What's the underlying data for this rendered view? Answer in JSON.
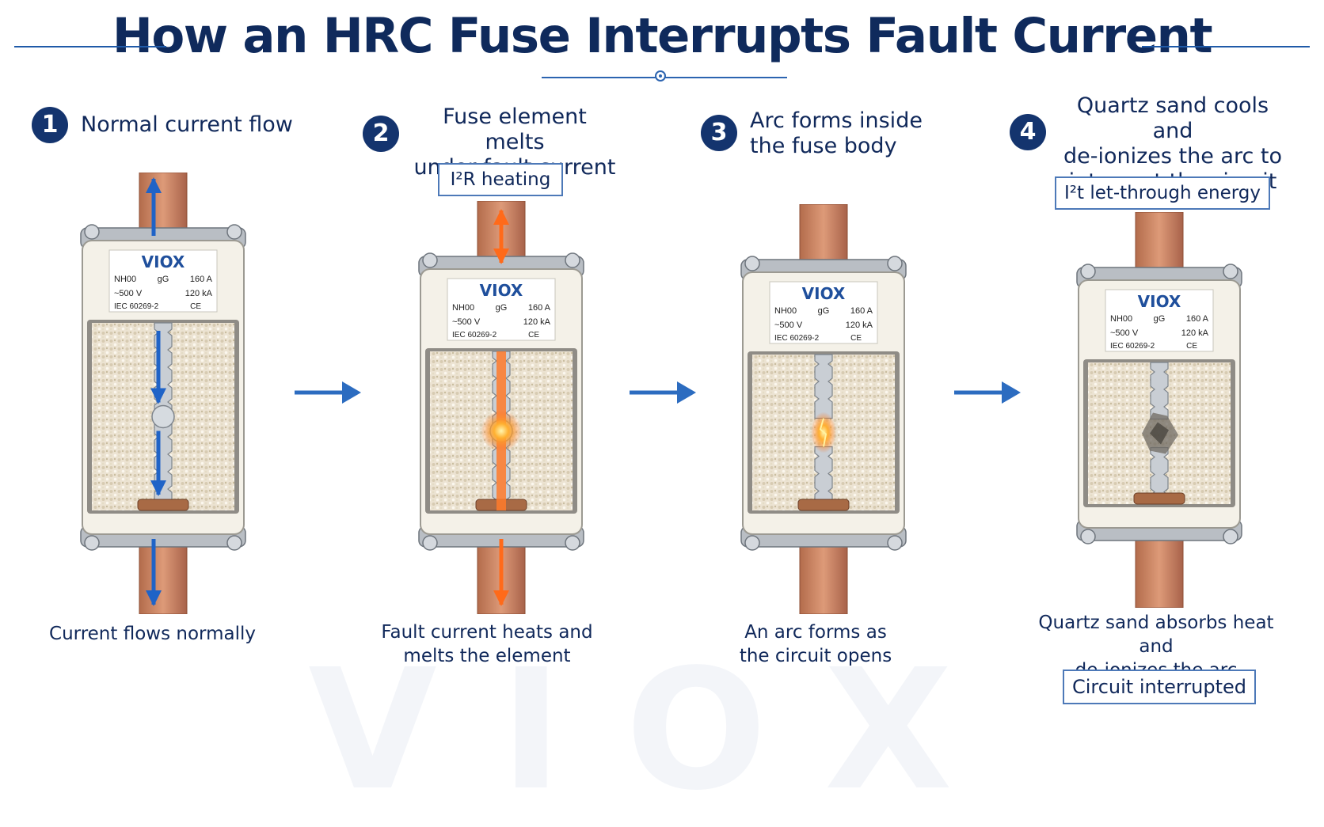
{
  "title": "How an HRC Fuse Interrupts Fault Current",
  "watermark": "VIOX",
  "colors": {
    "navy": "#14346e",
    "accent_blue": "#1f5aa8",
    "current_arrow": "#1f63c7",
    "fault_arrow": "#ff6a1a",
    "copper": "#c8825f",
    "sand": "#ece3d2",
    "body": "#f4f1e8"
  },
  "fuse_label": {
    "brand": "VIOX",
    "type": "NH00",
    "class": "gG",
    "rating": "160 A",
    "voltage": "~500 V",
    "breaking": "120 kA",
    "standard": "IEC 60269-2",
    "marks": "CE"
  },
  "steps": [
    {
      "number": "1",
      "title_lines": [
        "Normal current flow"
      ],
      "tag": "",
      "caption_lines": [
        "Current flows normally"
      ],
      "state": "normal"
    },
    {
      "number": "2",
      "title_lines": [
        "Fuse element melts",
        "under fault current"
      ],
      "tag": "I²R heating",
      "caption_lines": [
        "Fault current heats and",
        "melts the element"
      ],
      "state": "melting"
    },
    {
      "number": "3",
      "title_lines": [
        "Arc forms inside",
        "the fuse body"
      ],
      "tag": "",
      "caption_lines": [
        "An arc forms as",
        "the circuit opens"
      ],
      "state": "arc"
    },
    {
      "number": "4",
      "title_lines": [
        "Quartz sand cools and",
        "de-ionizes the arc to",
        "interrupt the circuit"
      ],
      "tag": "I²t let-through energy",
      "caption_lines": [
        "Quartz sand absorbs heat and",
        "de-ionizes the arc"
      ],
      "result": "Circuit interrupted",
      "state": "interrupted"
    }
  ],
  "arrow_icons": [
    "arrow-right-icon",
    "arrow-right-icon",
    "arrow-right-icon"
  ]
}
